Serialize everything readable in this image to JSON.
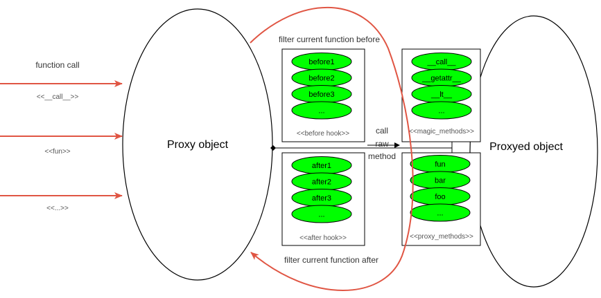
{
  "nodes": {
    "proxy_object": "Proxy object",
    "proxyed_object": "Proxyed object"
  },
  "incoming_calls": {
    "heading": "function call",
    "labels": [
      "<<__call__>>",
      "<<fun>>",
      "<<...>>"
    ]
  },
  "filters": {
    "before": "filter current function before",
    "after": "filter current function after"
  },
  "call_raw_method": [
    "call",
    "raw",
    "method"
  ],
  "groups": {
    "before_hook": {
      "label": "<<before hook>>",
      "items": [
        "before1",
        "before2",
        "before3",
        "..."
      ]
    },
    "after_hook": {
      "label": "<<after hook>>",
      "items": [
        "after1",
        "after2",
        "after3",
        "..."
      ]
    },
    "magic_methods": {
      "label": "<<magic_methods>>",
      "items": [
        "__call__",
        "__getattr__",
        "__lt__",
        "..."
      ]
    },
    "proxy_methods": {
      "label": "<<proxy_methods>>",
      "items": [
        "fun",
        "bar",
        "foo",
        "..."
      ]
    }
  },
  "colors": {
    "arrow": "#e05543",
    "pill_fill": "#00ff00",
    "outline": "#000000"
  }
}
